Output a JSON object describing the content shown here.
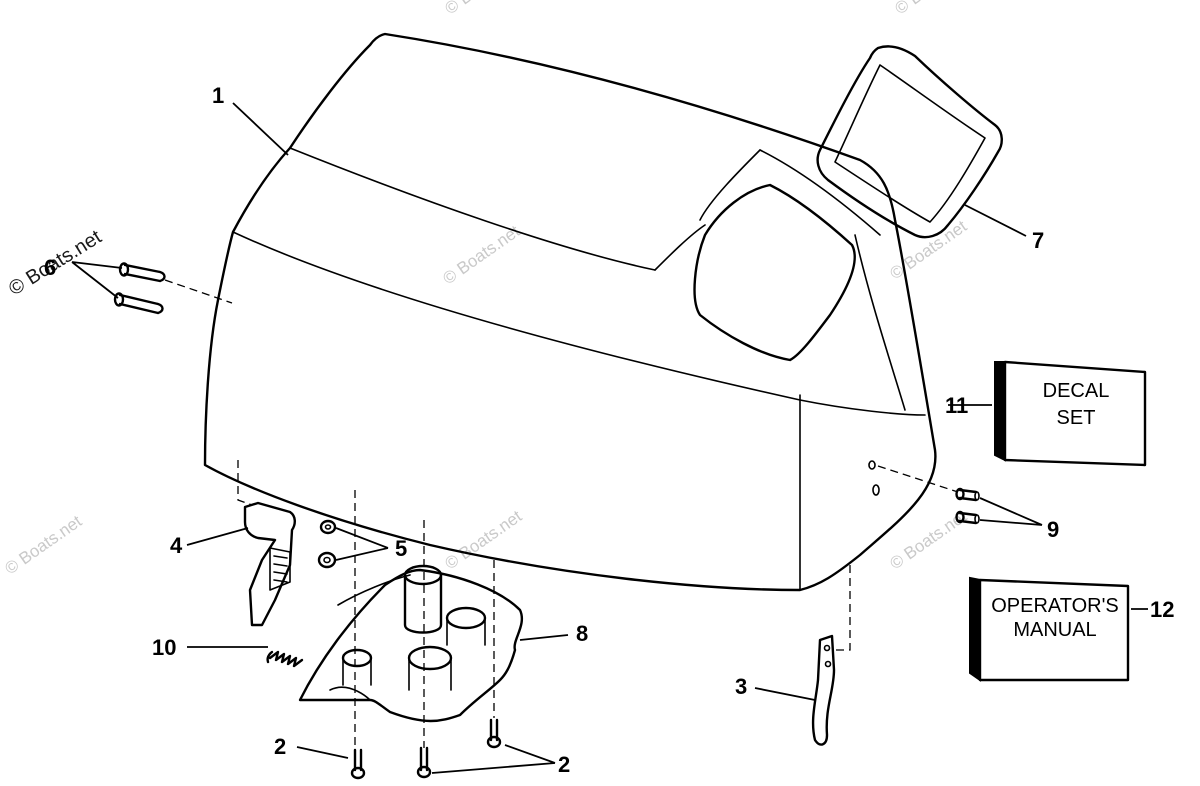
{
  "callouts": {
    "c1": "1",
    "c2a": "2",
    "c2b": "2",
    "c3": "3",
    "c4": "4",
    "c5": "5",
    "c6": "6",
    "c7": "7",
    "c8": "8",
    "c9": "9",
    "c10": "10",
    "c11": "11",
    "c12": "12"
  },
  "boxes": {
    "decal_set": {
      "line1": "DECAL",
      "line2": "SET"
    },
    "operators_manual": {
      "line1": "OPERATOR'S",
      "line2": "MANUAL"
    }
  },
  "watermark": "© Boats.net",
  "watermark_edge": "© Boats.net"
}
